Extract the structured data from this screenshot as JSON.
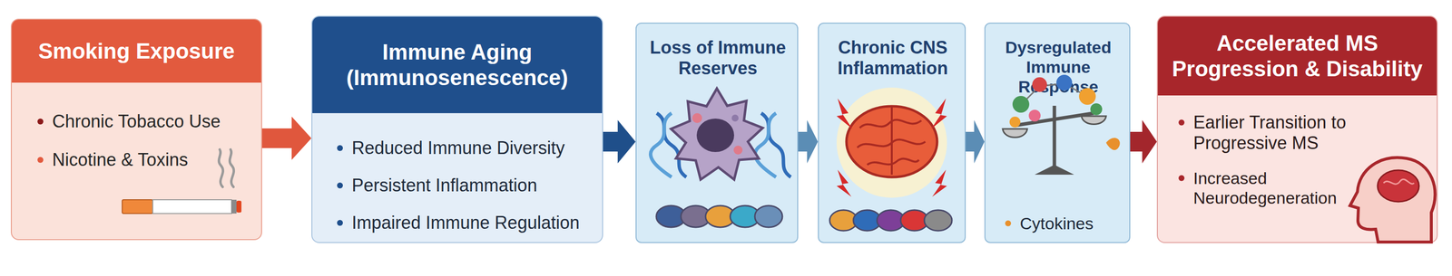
{
  "diagram": {
    "nodes": [
      {
        "text": [
          "Smoking Exposure",
          "Chronic Tobacco Use",
          "Nicotine & Toxins"
        ]
      },
      {
        "text": [
          "Immune Aging (Immunosenescence)",
          "Reduced Immune Diversity",
          "Persistent Inflammation",
          "Impaired Immune Regulation"
        ]
      },
      {
        "text": [
          "Loss of Immune Reserves"
        ]
      },
      {
        "text": [
          "Chronic CNS Inflammation"
        ]
      },
      {
        "text": [
          "Dysregulated Immune Response",
          "Cytokines"
        ]
      },
      {
        "text": [
          "Accelerated MS Progression & Disability",
          "Earlier Transition to Progressive MS",
          "Increased Neurodegeneration"
        ]
      }
    ],
    "edges": [
      {
        "from": 0,
        "to": 1,
        "arrow": "to"
      },
      {
        "from": 1,
        "to": 2,
        "arrow": "to"
      },
      {
        "from": 2,
        "to": 3,
        "arrow": "to"
      },
      {
        "from": 3,
        "to": 4,
        "arrow": "to"
      },
      {
        "from": 4,
        "to": 5,
        "arrow": "to"
      }
    ]
  }
}
